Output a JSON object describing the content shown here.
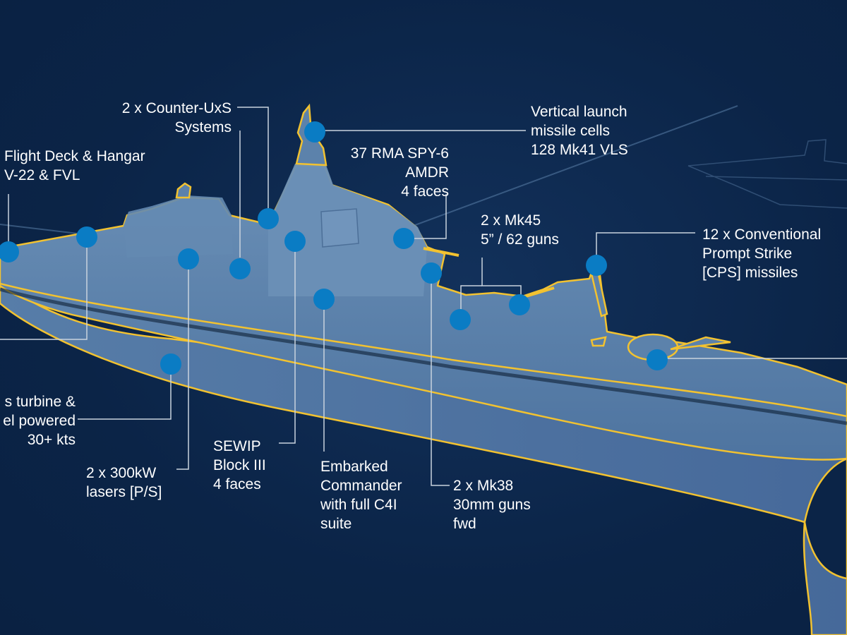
{
  "colors": {
    "background": "#0b2447",
    "hull": "#5d83ab",
    "outline": "#f2c230",
    "hotspot": "#0a7cc4",
    "leader": "#c9d3de"
  },
  "callouts": {
    "counter_uxs": [
      "2 x Counter-UxS",
      "Systems"
    ],
    "flight_deck": [
      "Flight Deck & Hangar",
      "V-22 & FVL"
    ],
    "spy6": [
      "37 RMA SPY-6",
      "AMDR",
      "4 faces"
    ],
    "vls": [
      "Vertical launch",
      "missile cells",
      "128 Mk41 VLS"
    ],
    "mk45": [
      "2 x Mk45",
      "5” / 62 guns"
    ],
    "cps": [
      "12 x Conventional",
      "Prompt Strike",
      "[CPS] missiles"
    ],
    "propulsion": [
      "s turbine &",
      "el powered",
      "30+ kts"
    ],
    "lasers": [
      "2 x 300kW",
      "lasers [P/S]"
    ],
    "sewip": [
      "SEWIP",
      "Block III",
      "4 faces"
    ],
    "commander": [
      "Embarked",
      "Commander",
      "with full C4I",
      "suite"
    ],
    "mk38": [
      "2 x Mk38",
      "30mm guns",
      "fwd"
    ]
  }
}
